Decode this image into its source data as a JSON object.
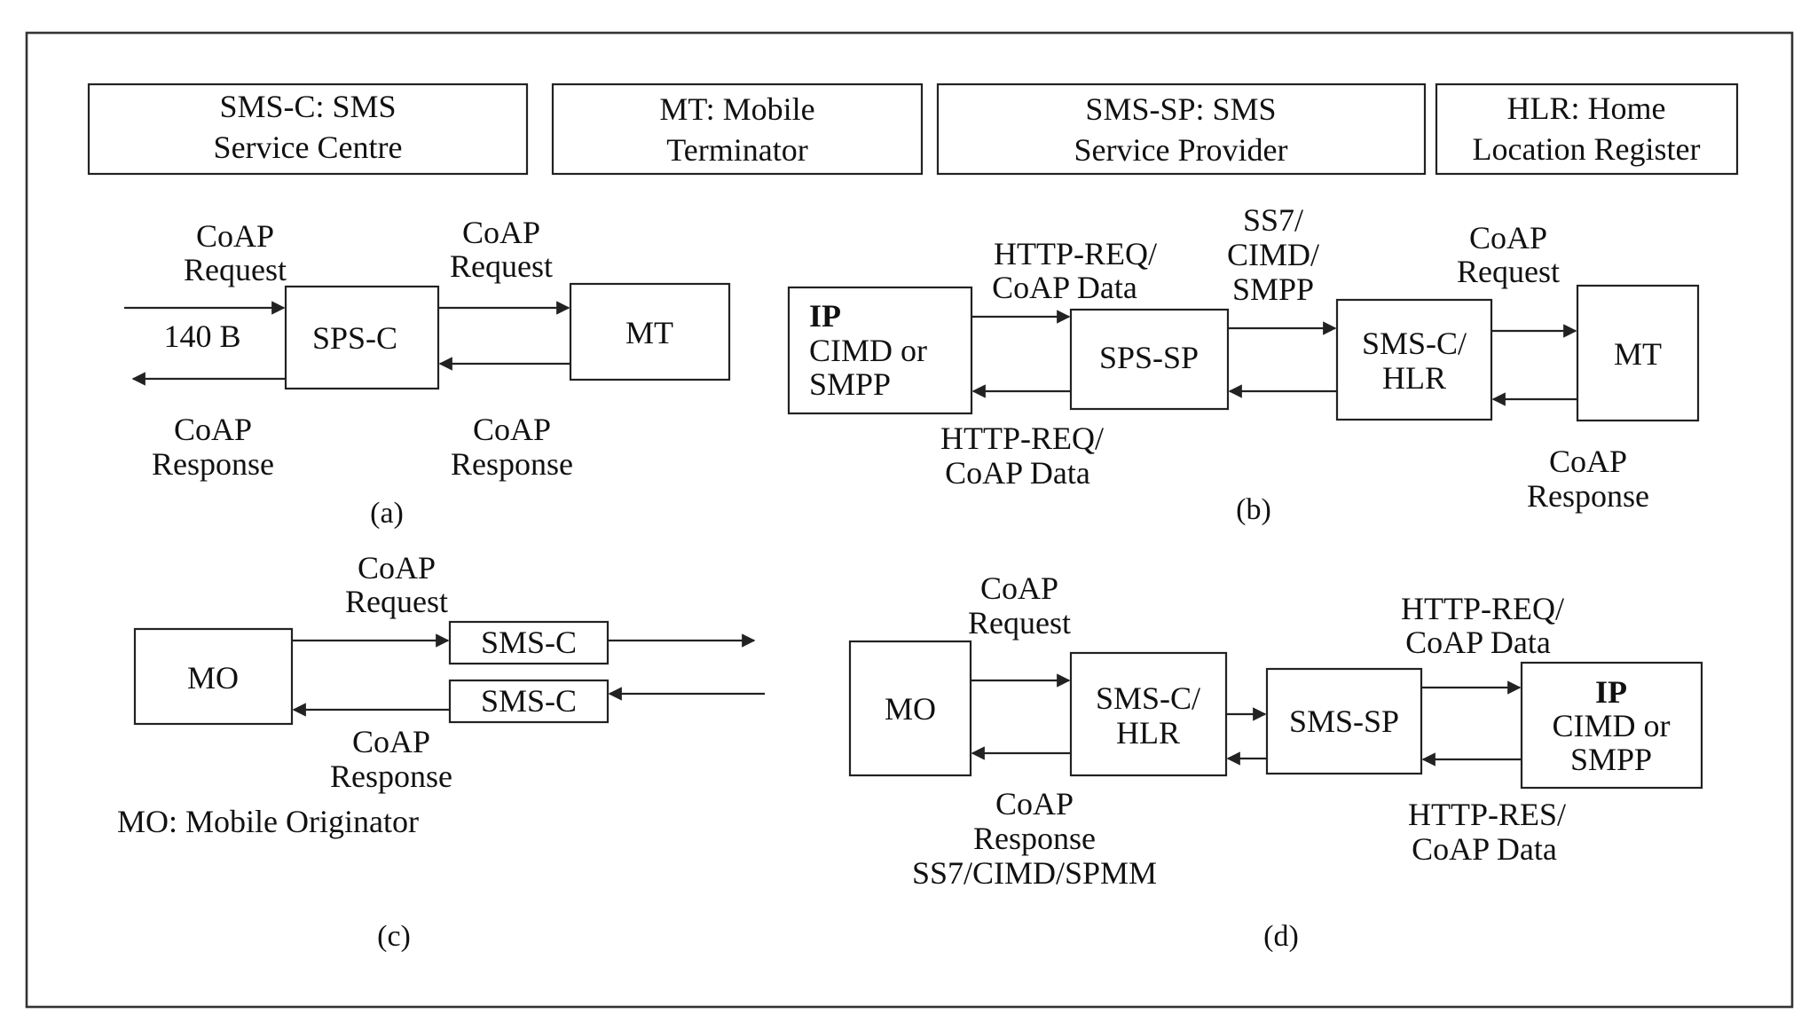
{
  "legend": {
    "sms_c": [
      "SMS-C: SMS",
      "Service Centre"
    ],
    "mt": [
      "MT: Mobile",
      "Terminator"
    ],
    "sms_sp": [
      "SMS-SP: SMS",
      "Service Provider"
    ],
    "hlr": [
      "HLR: Home",
      "Location Register"
    ]
  },
  "panel_a": {
    "caption": "(a)",
    "sps_c": "SPS-C",
    "mt": "MT",
    "in_request": [
      "CoAP",
      "Request"
    ],
    "size": "140 B",
    "mid_request": [
      "CoAP",
      "Request"
    ],
    "out_response": [
      "CoAP",
      "Response"
    ],
    "mid_response": [
      "CoAP",
      "Response"
    ]
  },
  "panel_b": {
    "caption": "(b)",
    "ip_title": "IP",
    "ip_lines": [
      "CIMD or",
      "SMPP"
    ],
    "sps_sp": "SPS-SP",
    "sms_c_hlr": [
      "SMS-C/",
      "HLR"
    ],
    "mt": "MT",
    "http_req_top": [
      "HTTP-REQ/",
      "CoAP Data"
    ],
    "ss7": [
      "SS7/",
      "CIMD/",
      "SMPP"
    ],
    "coap_request": [
      "CoAP",
      "Request"
    ],
    "http_req_bottom": [
      "HTTP-REQ/",
      "CoAP Data"
    ],
    "coap_response": [
      "CoAP",
      "Response"
    ]
  },
  "panel_c": {
    "caption": "(c)",
    "mo": "MO",
    "sms_c_top": "SMS-C",
    "sms_c_bottom": "SMS-C",
    "coap_request": [
      "CoAP",
      "Request"
    ],
    "coap_response": [
      "CoAP",
      "Response"
    ],
    "legend": "MO: Mobile Originator"
  },
  "panel_d": {
    "caption": "(d)",
    "mo": "MO",
    "sms_c_hlr": [
      "SMS-C/",
      "HLR"
    ],
    "sms_sp": "SMS-SP",
    "ip_title": "IP",
    "ip_lines": [
      "CIMD or",
      "SMPP"
    ],
    "coap_request": [
      "CoAP",
      "Request"
    ],
    "http_req": [
      "HTTP-REQ/",
      "CoAP Data"
    ],
    "coap_response": [
      "CoAP",
      "Response",
      "SS7/CIMD/SPMM"
    ],
    "http_res": [
      "HTTP-RES/",
      "CoAP Data"
    ]
  }
}
